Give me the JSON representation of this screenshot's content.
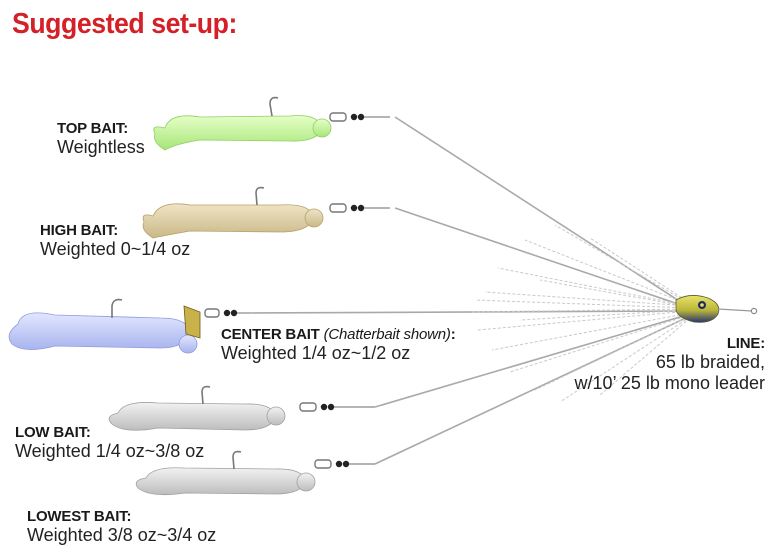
{
  "title": "Suggested set-up:",
  "baits": [
    {
      "name": "TOP BAIT:",
      "detail": "Weightless",
      "color": "#b9ef8a"
    },
    {
      "name": "HIGH BAIT:",
      "detail": "Weighted 0~1/4 oz",
      "color": "#d9c9a0"
    },
    {
      "name": "CENTER BAIT",
      "name_note": "(Chatterbait shown)",
      "name_end": ":",
      "detail": "Weighted 1/4 oz~1/2 oz",
      "color": "#b9c3f2"
    },
    {
      "name": "LOW BAIT:",
      "detail": "Weighted 1/4 oz~3/8 oz",
      "color": "#d2d2d2"
    },
    {
      "name": "LOWEST BAIT:",
      "detail": "Weighted 3/8 oz~3/4 oz",
      "color": "#d8d8d8"
    }
  ],
  "line": {
    "name": "LINE:",
    "detail1": "65 lb braided,",
    "detail2": "w/10’ 25 lb mono leader"
  },
  "colors": {
    "title": "#d42027",
    "wire": "#a8a8a8",
    "head": "#c9c84a"
  }
}
